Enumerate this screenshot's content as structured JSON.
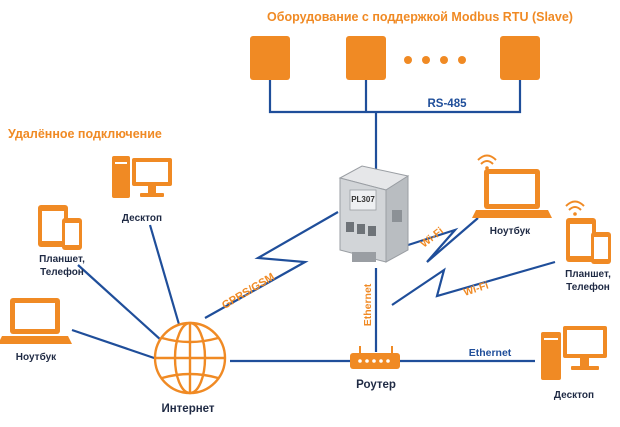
{
  "title": "Оборудование с поддержкой Modbus RTU (Slave)",
  "remote_title": "Удалённое подключение",
  "labels": {
    "rs485": "RS-485",
    "gprs": "GPRS/GSM",
    "wifi_1": "Wi-Fi",
    "wifi_2": "Wi-Fi",
    "ethernet_vertical": "Ethernet",
    "ethernet_horizontal": "Ethernet",
    "router": "Роутер",
    "internet": "Интернет",
    "desktop_left": "Десктоп",
    "tablet_left_1": "Планшет,",
    "tablet_left_2": "Телефон",
    "laptop_left": "Ноутбук",
    "laptop_right": "Ноутбук",
    "tablet_right_1": "Планшет,",
    "tablet_right_2": "Телефон",
    "desktop_right": "Десктоп",
    "device_model": "PL307"
  },
  "colors": {
    "accent": "#f08a24",
    "line": "#1f4e9a",
    "text_dark": "#1f2a44",
    "device_gray": "#d7d9dc"
  },
  "icons": [
    "slave-device-icon",
    "ellipsis-dots-icon",
    "desktop-icon",
    "tablet-phone-icon",
    "laptop-icon",
    "globe-icon",
    "router-icon",
    "wifi-icon",
    "controller-device-icon"
  ]
}
